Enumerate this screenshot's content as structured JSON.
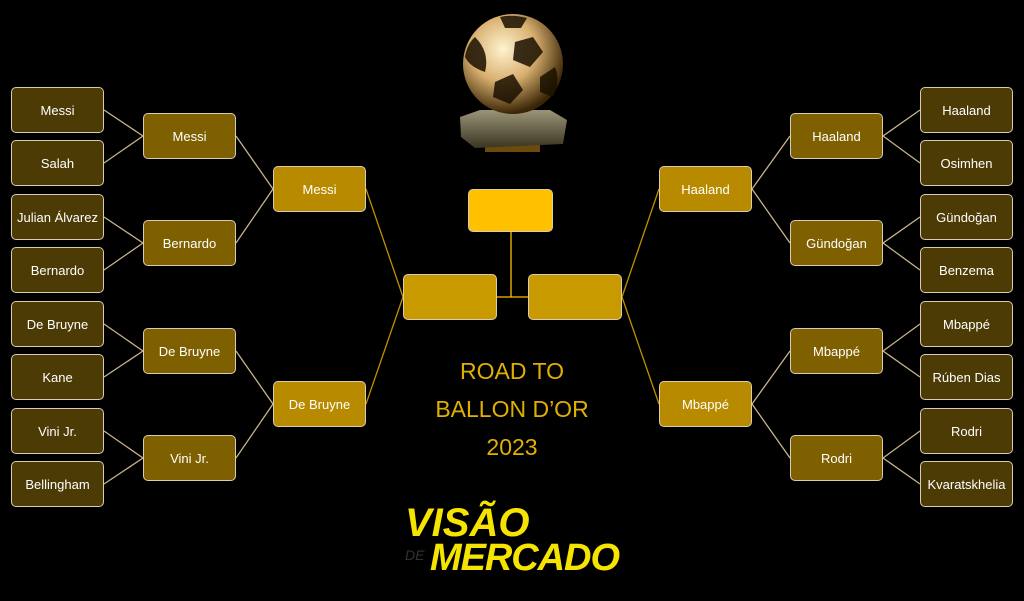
{
  "left": {
    "round1": [
      "Messi",
      "Salah",
      "Julian Álvarez",
      "Bernardo",
      "De Bruyne",
      "Kane",
      "Vini Jr.",
      "Bellingham"
    ],
    "round2": [
      "Messi",
      "Bernardo",
      "De Bruyne",
      "Vini Jr."
    ],
    "round3": [
      "Messi",
      "De Bruyne"
    ],
    "final": ""
  },
  "right": {
    "round1": [
      "Haaland",
      "Osimhen",
      "Gündoğan",
      "Benzema",
      "Mbappé",
      "Rúben Dias",
      "Rodri",
      "Kvaratskhelia"
    ],
    "round2": [
      "Haaland",
      "Gündoğan",
      "Mbappé",
      "Rodri"
    ],
    "round3": [
      "Haaland",
      "Mbappé"
    ],
    "final": ""
  },
  "winner": "",
  "title": {
    "line1": "ROAD TO",
    "line2": "BALLON D’OR",
    "line3": "2023"
  },
  "logo": {
    "top": "VISÃO",
    "small": "DE",
    "bottom": "MERCADO"
  },
  "colors": {
    "round1": "#4d3b06",
    "round2": "#7f6000",
    "round3": "#b88a00",
    "final": "#c99a00",
    "winner": "#ffc000",
    "title": "#e0b000",
    "logo": "#f5e400"
  }
}
